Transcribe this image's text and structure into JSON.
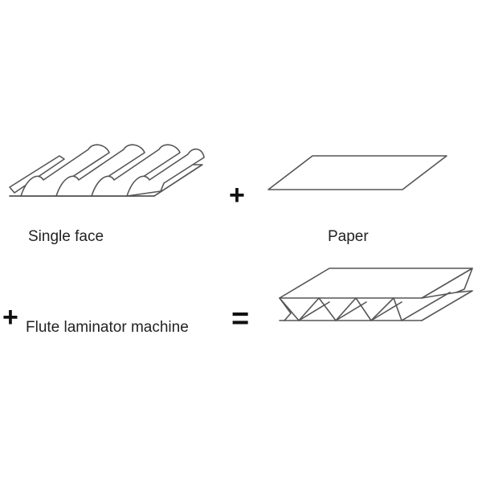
{
  "diagram": {
    "components": [
      {
        "id": "single-face",
        "label": "Single face"
      },
      {
        "id": "paper",
        "label": "Paper"
      },
      {
        "id": "machine",
        "label": "Flute laminator machine"
      }
    ],
    "operators": {
      "plus_1": "+",
      "plus_2": "+",
      "equals": "="
    },
    "result": {
      "id": "corrugated-board",
      "label": ""
    }
  }
}
